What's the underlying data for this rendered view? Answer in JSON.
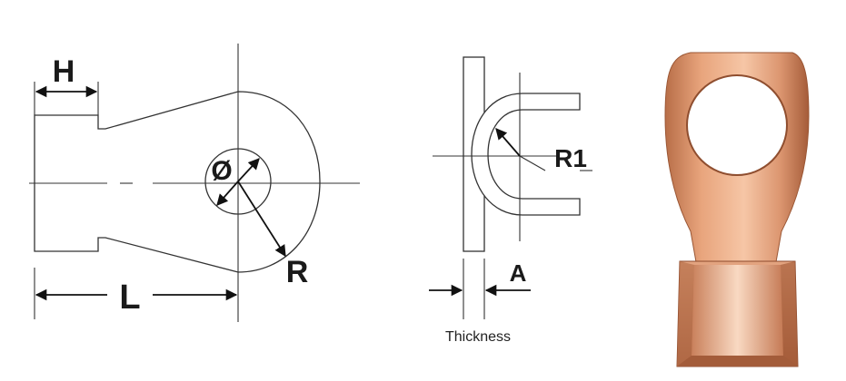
{
  "labels": {
    "h": "H",
    "l": "L",
    "diameter": "Ø",
    "r": "R",
    "r1": "R1",
    "a": "A",
    "thickness": "Thickness"
  },
  "colors": {
    "line": "#333333",
    "copper_light": "#f2c2a2",
    "copper_mid": "#d9916a",
    "copper_dark": "#a8603d"
  }
}
